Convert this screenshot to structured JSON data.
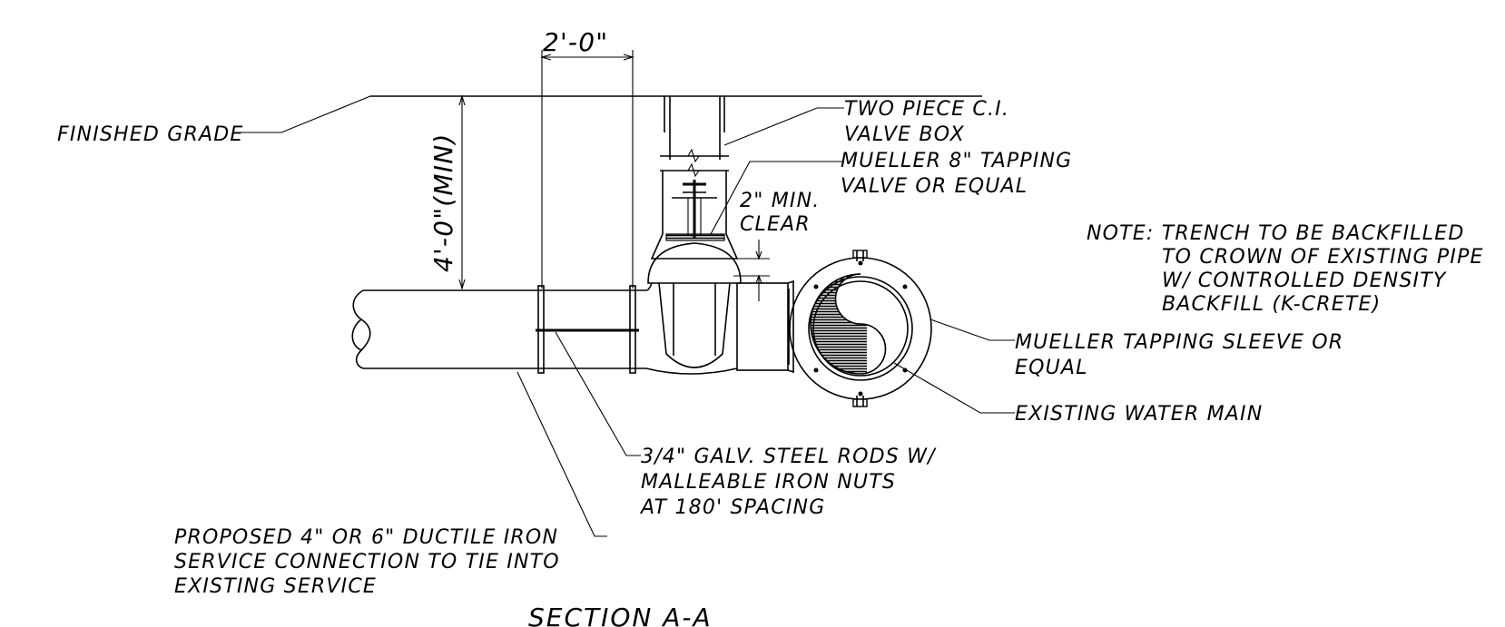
{
  "dimensions": {
    "width_label": "2'-0\"",
    "depth_label": "4'-0\"(MIN)"
  },
  "labels": {
    "finished_grade": "FINISHED GRADE",
    "valve_box_line1": "TWO PIECE C.I.",
    "valve_box_line2": "VALVE BOX",
    "tapping_valve_line1": "MUELLER 8\" TAPPING",
    "tapping_valve_line2": "VALVE OR EQUAL",
    "clear_line1": "2\" MIN.",
    "clear_line2": "CLEAR",
    "note_line1": "NOTE: TRENCH TO BE BACKFILLED",
    "note_line2": "TO CROWN OF EXISTING PIPE",
    "note_line3": "W/ CONTROLLED DENSITY",
    "note_line4": "BACKFILL (K-CRETE)",
    "sleeve_line1": "MUELLER TAPPING SLEEVE OR",
    "sleeve_line2": "EQUAL",
    "water_main": "EXISTING WATER MAIN",
    "rods_line1": "3/4\" GALV. STEEL RODS W/",
    "rods_line2": "MALLEABLE IRON NUTS",
    "rods_line3": "AT 180' SPACING",
    "service_line1": "PROPOSED 4\" OR 6\" DUCTILE IRON",
    "service_line2": "SERVICE CONNECTION TO TIE INTO",
    "service_line3": "EXISTING SERVICE"
  },
  "title": "SECTION A-A"
}
